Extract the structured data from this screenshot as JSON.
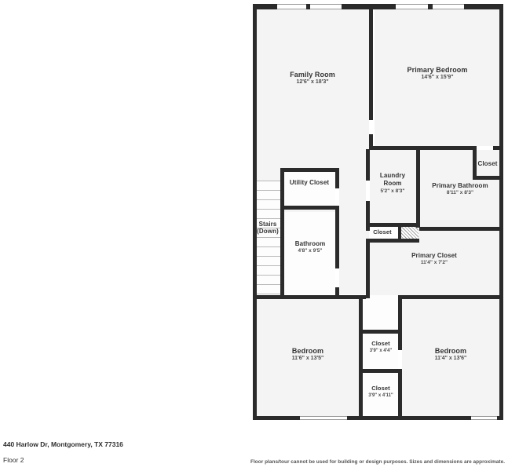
{
  "meta": {
    "address": "440 Harlow Dr, Montgomery, TX 77316",
    "floor": "Floor 2",
    "disclaimer": "Floor plans/tour cannot be used for building or design purposes. Sizes and dimensions are approximate.",
    "wall_color": "#2b2b2b",
    "room_fill": "#f4f4f4",
    "background": "#ffffff"
  },
  "rooms": [
    {
      "id": "family-room",
      "name": "Family Room",
      "dims": "12'6\" x 18'3\""
    },
    {
      "id": "primary-bedroom",
      "name": "Primary Bedroom",
      "dims": "14'6\" x 15'9\""
    },
    {
      "id": "utility-closet",
      "name": "Utility Closet",
      "dims": ""
    },
    {
      "id": "laundry-room",
      "name": "Laundry Room",
      "dims": "5'2\" x 8'3\""
    },
    {
      "id": "primary-bathroom",
      "name": "Primary Bathroom",
      "dims": "8'11\" x 8'3\""
    },
    {
      "id": "primary-bath-closet",
      "name": "Closet",
      "dims": ""
    },
    {
      "id": "stairs",
      "name": "Stairs (Down)",
      "dims": ""
    },
    {
      "id": "bathroom",
      "name": "Bathroom",
      "dims": "4'8\" x 9'5\""
    },
    {
      "id": "hall-closet",
      "name": "Closet",
      "dims": ""
    },
    {
      "id": "primary-closet",
      "name": "Primary Closet",
      "dims": "11'4\" x 7'2\""
    },
    {
      "id": "bedroom-left",
      "name": "Bedroom",
      "dims": "11'6\" x 13'5\""
    },
    {
      "id": "closet-upper",
      "name": "Closet",
      "dims": "3'9\" x 4'4\""
    },
    {
      "id": "closet-lower",
      "name": "Closet",
      "dims": "3'9\" x 4'11\""
    },
    {
      "id": "bedroom-right",
      "name": "Bedroom",
      "dims": "11'4\" x 13'6\""
    }
  ],
  "stairs": {
    "line1": "Stairs",
    "line2": "(Down)"
  }
}
